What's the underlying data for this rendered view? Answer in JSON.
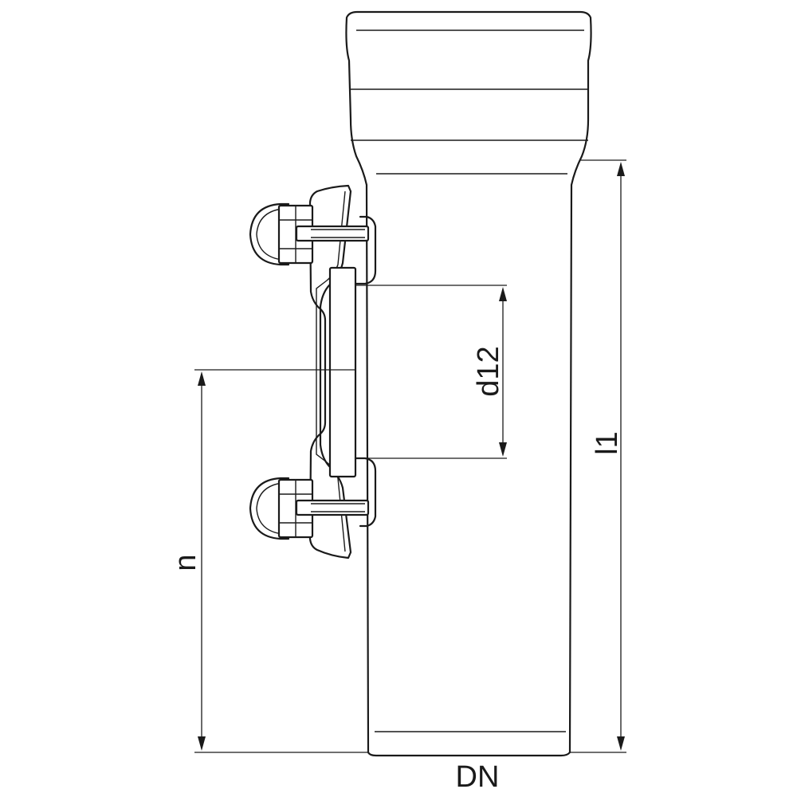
{
  "labels": {
    "d12": "d12",
    "l1": "l1",
    "n": "n",
    "dn": "DN"
  },
  "colors": {
    "stroke": "#1a1a1a",
    "background": "#ffffff"
  }
}
